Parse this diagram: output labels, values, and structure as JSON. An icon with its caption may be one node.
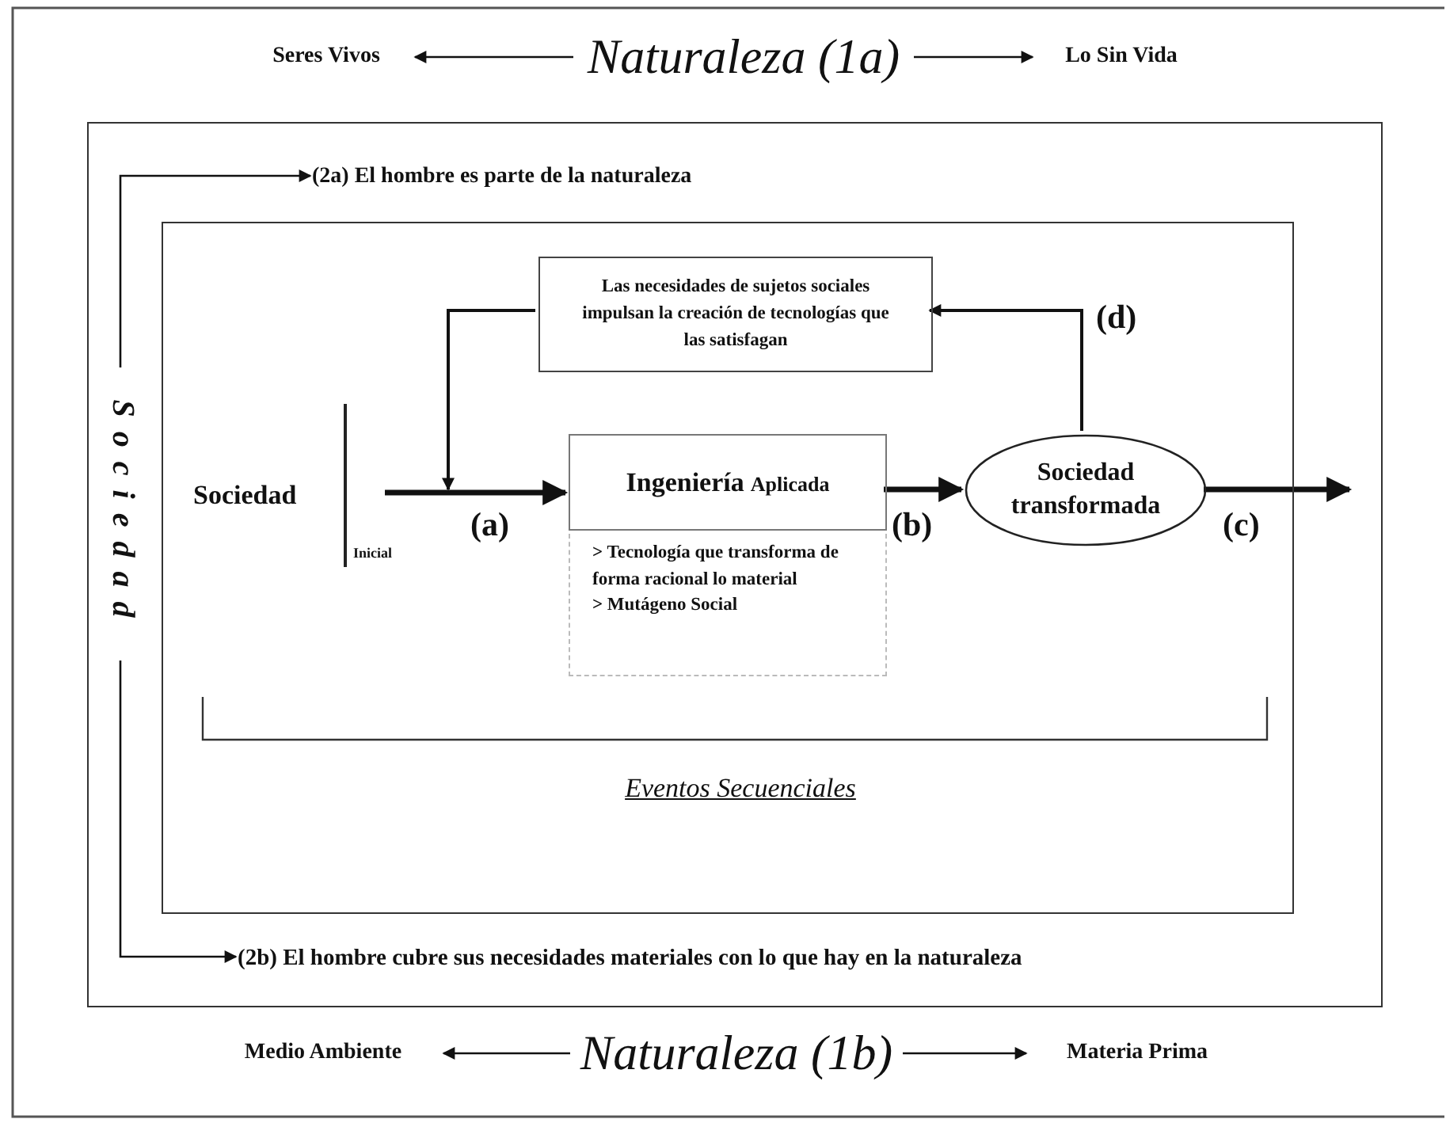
{
  "diagram": {
    "nodes": [
      {
        "text": [
          "Seres Vivos"
        ]
      },
      {
        "text": [
          "Naturaleza (1a)"
        ]
      },
      {
        "text": [
          "Lo Sin Vida"
        ]
      },
      {
        "text": [],
        "shape": "box"
      },
      {
        "text": [
          "(2a)  El hombre  es  parte de la naturaleza"
        ],
        "in": 3
      },
      {
        "text": [
          "Sociedad"
        ],
        "in": 3
      },
      {
        "text": [],
        "shape": "box",
        "in": 3
      },
      {
        "text": [
          "Las necesidades de  sujetos sociales impulsan  la creación de tecnologías que las satisfagan"
        ],
        "in": 6
      },
      {
        "text": [
          "Sociedad",
          "Inicial"
        ],
        "in": 6
      },
      {
        "text": [
          "Ingeniería",
          "Aplicada"
        ],
        "in": 6
      },
      {
        "text": [
          "Sociedad transformada"
        ],
        "in": 6
      },
      {
        "text": [
          "> Tecnología  que transforma de forma racional lo material",
          "> Mutágeno Social"
        ],
        "in": 6
      },
      {
        "text": [
          "(2b) El hombre cubre sus necesidades materiales  con lo que hay en la naturaleza"
        ],
        "in": 3
      },
      {
        "text": [
          "Medio Ambiente"
        ]
      },
      {
        "text": [
          "Naturaleza (1b)"
        ]
      },
      {
        "text": [
          "Materia Prima"
        ]
      }
    ],
    "edges": [
      {
        "from": 1,
        "to": 0,
        "arrow": "to"
      },
      {
        "from": 1,
        "to": 2,
        "arrow": "to"
      },
      {
        "from": 5,
        "to": 4,
        "arrow": "to"
      },
      {
        "from": 5,
        "to": 12,
        "arrow": "to"
      },
      {
        "from": 14,
        "to": 13,
        "arrow": "to"
      },
      {
        "from": 14,
        "to": 15,
        "arrow": "to"
      },
      {
        "from": 8,
        "to": 9,
        "arrow": "to",
        "label": "(a)",
        "style": "thick"
      },
      {
        "from": 9,
        "to": 10,
        "arrow": "to",
        "label": "(b)",
        "style": "thick"
      },
      {
        "from": 10,
        "to": null,
        "arrow": "to",
        "label": "(c)",
        "style": "thick"
      },
      {
        "from": 10,
        "to": 7,
        "arrow": "to",
        "label": "(d)"
      },
      {
        "from": 7,
        "to": null,
        "arrow": "to"
      }
    ],
    "labels": [
      "Eventos Secuenciales"
    ]
  }
}
